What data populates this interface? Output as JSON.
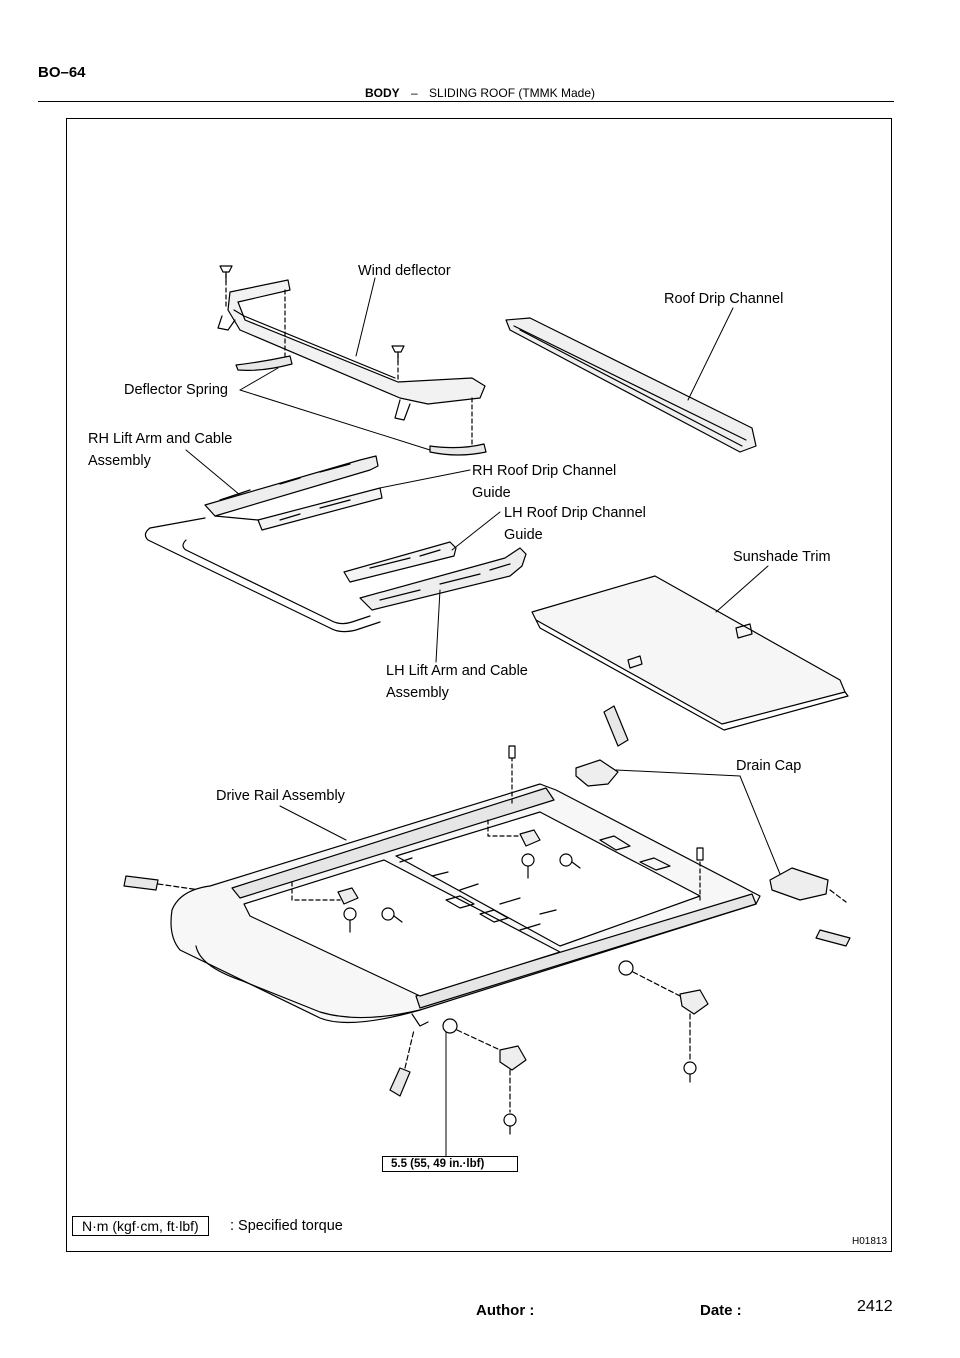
{
  "header": {
    "page_code": "BO–64",
    "section": "BODY",
    "separator": "–",
    "subtitle": "SLIDING ROOF (TMMK Made)"
  },
  "labels": {
    "wind_deflector": "Wind deflector",
    "roof_drip_channel": "Roof Drip Channel",
    "deflector_spring": "Deflector Spring",
    "rh_lift_arm_1": "RH Lift Arm and Cable",
    "rh_lift_arm_2": "Assembly",
    "rh_roof_drip_guide_1": "RH Roof Drip Channel",
    "rh_roof_drip_guide_2": "Guide",
    "lh_roof_drip_guide_1": "LH Roof Drip Channel",
    "lh_roof_drip_guide_2": "Guide",
    "sunshade_trim": "Sunshade Trim",
    "lh_lift_arm_1": "LH Lift Arm and Cable",
    "lh_lift_arm_2": "Assembly",
    "drain_cap": "Drain Cap",
    "drive_rail": "Drive Rail Assembly"
  },
  "torque": {
    "value": "5.5 (55, 49 in.·lbf)",
    "unit_box": "N·m (kgf·cm, ft·lbf)",
    "unit_caption": ": Specified torque"
  },
  "figure_id": "H01813",
  "footer": {
    "author_label": "Author :",
    "date_label": "Date :",
    "page_number": "2412"
  }
}
